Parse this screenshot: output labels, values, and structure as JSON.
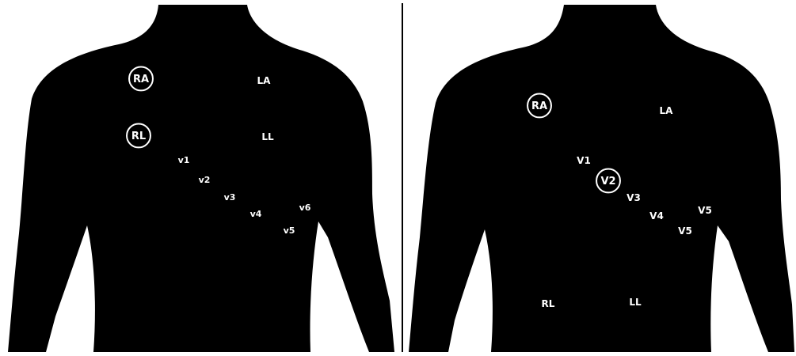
{
  "colors": {
    "background": "#ffffff",
    "torso": "#000000",
    "label": "#ffffff",
    "divider": "#000000"
  },
  "panels": [
    {
      "id": "left",
      "electrodes": [
        {
          "key": "RA",
          "label": "RA",
          "circled": true
        },
        {
          "key": "LA",
          "label": "LA",
          "circled": false
        },
        {
          "key": "RL",
          "label": "RL",
          "circled": true
        },
        {
          "key": "LL",
          "label": "LL",
          "circled": false
        },
        {
          "key": "V1",
          "label": "v1",
          "circled": false
        },
        {
          "key": "V2",
          "label": "v2",
          "circled": false
        },
        {
          "key": "V3",
          "label": "v3",
          "circled": false
        },
        {
          "key": "V4",
          "label": "v4",
          "circled": false
        },
        {
          "key": "V5",
          "label": "v5",
          "circled": false
        },
        {
          "key": "V6",
          "label": "v6",
          "circled": false
        }
      ]
    },
    {
      "id": "right",
      "electrodes": [
        {
          "key": "RA",
          "label": "RA",
          "circled": true
        },
        {
          "key": "LA",
          "label": "LA",
          "circled": false
        },
        {
          "key": "V1",
          "label": "V1",
          "circled": false
        },
        {
          "key": "V2",
          "label": "V2",
          "circled": true
        },
        {
          "key": "V3",
          "label": "V3",
          "circled": false
        },
        {
          "key": "V4",
          "label": "V4",
          "circled": false
        },
        {
          "key": "V5",
          "label": "V5",
          "circled": false
        },
        {
          "key": "V5b",
          "label": "V5",
          "circled": false
        },
        {
          "key": "RL",
          "label": "RL",
          "circled": false
        },
        {
          "key": "LL",
          "label": "LL",
          "circled": false
        }
      ]
    }
  ]
}
